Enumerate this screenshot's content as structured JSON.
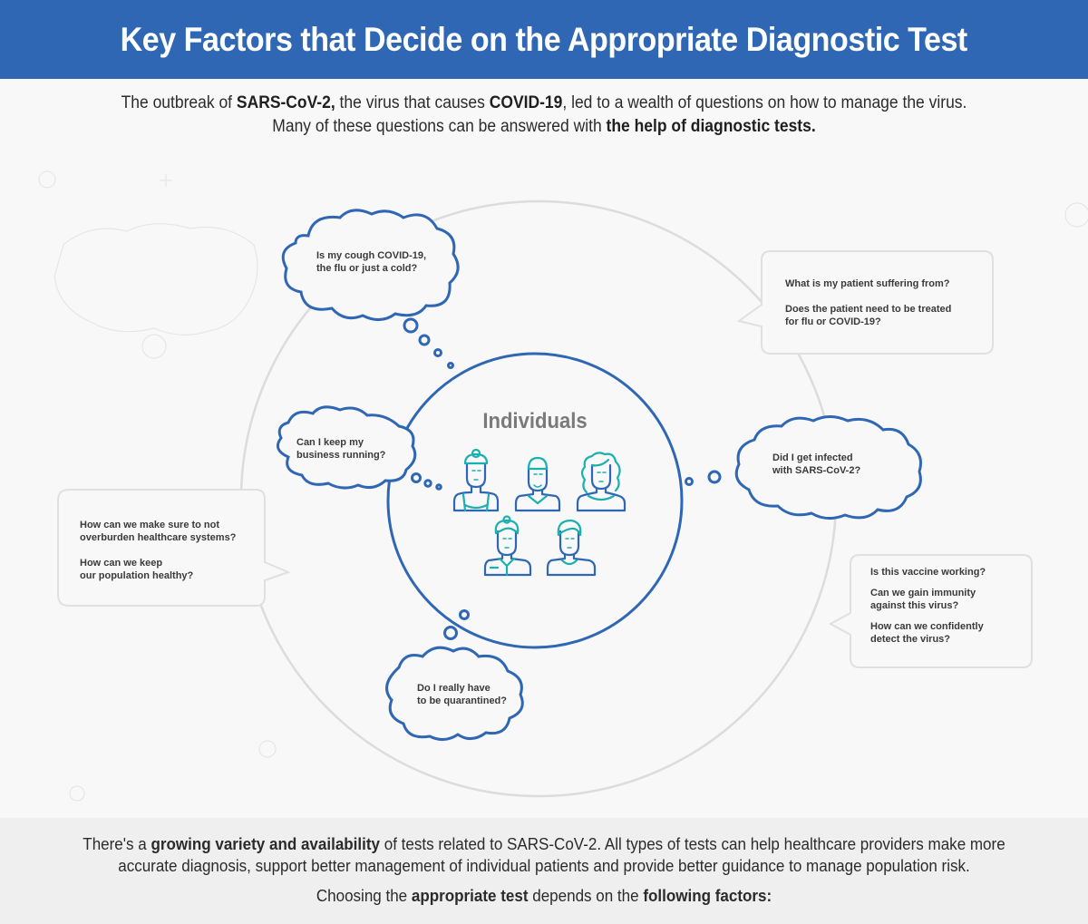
{
  "header": {
    "title": "Key Factors that Decide on the Appropriate Diagnostic Test",
    "background_color": "#2f67b5"
  },
  "intro": {
    "line1": {
      "t1": "The outbreak of ",
      "b1": "SARS-CoV-2,",
      "t2": " the virus that causes ",
      "b2": "COVID-19",
      "t3": ", led to a wealth of questions on how to manage the virus."
    },
    "line2": {
      "t1": "Many of these questions can be answered with ",
      "b1": "the help of diagnostic tests."
    }
  },
  "center": {
    "label": "Individuals",
    "icons": [
      "person-woman-bun-icon",
      "person-man-beard-icon",
      "person-woman-curly-hair-icon",
      "person-woman-nurse-icon",
      "person-man-icon"
    ],
    "accent_color": "#2f67b5",
    "icon_teal": "#1ab0b0"
  },
  "thoughts": {
    "cough": {
      "lines": [
        "Is my cough COVID-19,",
        "the flu or just a cold?"
      ]
    },
    "business": {
      "lines": [
        "Can I keep my",
        "business running?"
      ]
    },
    "infected": {
      "lines": [
        "Did I get infected",
        "with SARS-CoV-2?"
      ]
    },
    "quarantine": {
      "lines": [
        "Do I really have",
        "to be quarantined?"
      ]
    }
  },
  "speech": {
    "doctor": {
      "q1": "What is my patient suffering from?",
      "q2": [
        "Does the patient need to be treated",
        "for flu or COVID-19?"
      ]
    },
    "government": {
      "q1": [
        "How can we make sure to not",
        "overburden healthcare systems?"
      ],
      "q2": [
        "How can we keep",
        "our population healthy?"
      ]
    },
    "research": {
      "q1": "Is this vaccine working?",
      "q2": [
        "Can we gain immunity",
        "against this virus?"
      ],
      "q3": [
        "How can we confidently",
        "detect the virus?"
      ]
    }
  },
  "footer": {
    "p1": {
      "t1": "There's a ",
      "b1": "growing variety and availability",
      "t2": " of tests related to SARS-CoV-2.  All types of tests can help healthcare providers make more",
      "t3": "accurate diagnosis, support better management of individual patients and provide better guidance to manage population risk."
    },
    "p2": {
      "t1": "Choosing the ",
      "b1": "appropriate test",
      "t2": " depends on the ",
      "b2": "following factors:"
    }
  }
}
